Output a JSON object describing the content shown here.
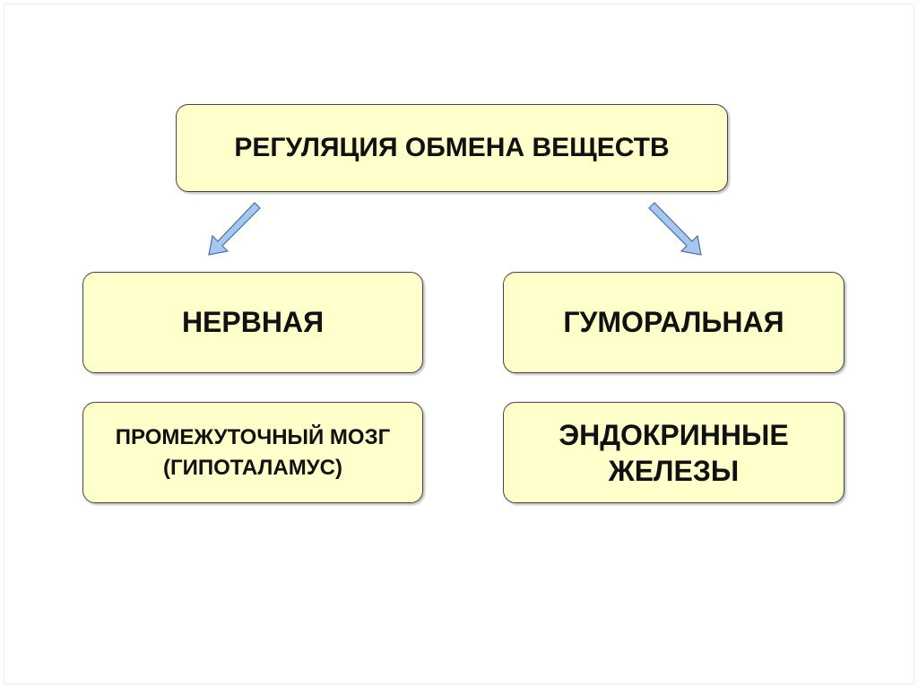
{
  "title": "РЕГУЛЯЦИЯ ОБМЕНА ВЕЩЕСТВ",
  "branches": [
    {
      "type": "НЕРВНАЯ",
      "organ_lines": [
        "ПРОМЕЖУТОЧНЫЙ МОЗГ",
        "(ГИПОТАЛАМУС)"
      ]
    },
    {
      "type": "ГУМОРАЛЬНАЯ",
      "organ_lines": [
        "ЭНДОКРИННЫЕ",
        "ЖЕЛЕЗЫ"
      ]
    }
  ],
  "colors": {
    "box_fill": "#ffffcc",
    "arrow_fill": "#a6c8f0",
    "arrow_stroke": "#4a6fa5"
  }
}
